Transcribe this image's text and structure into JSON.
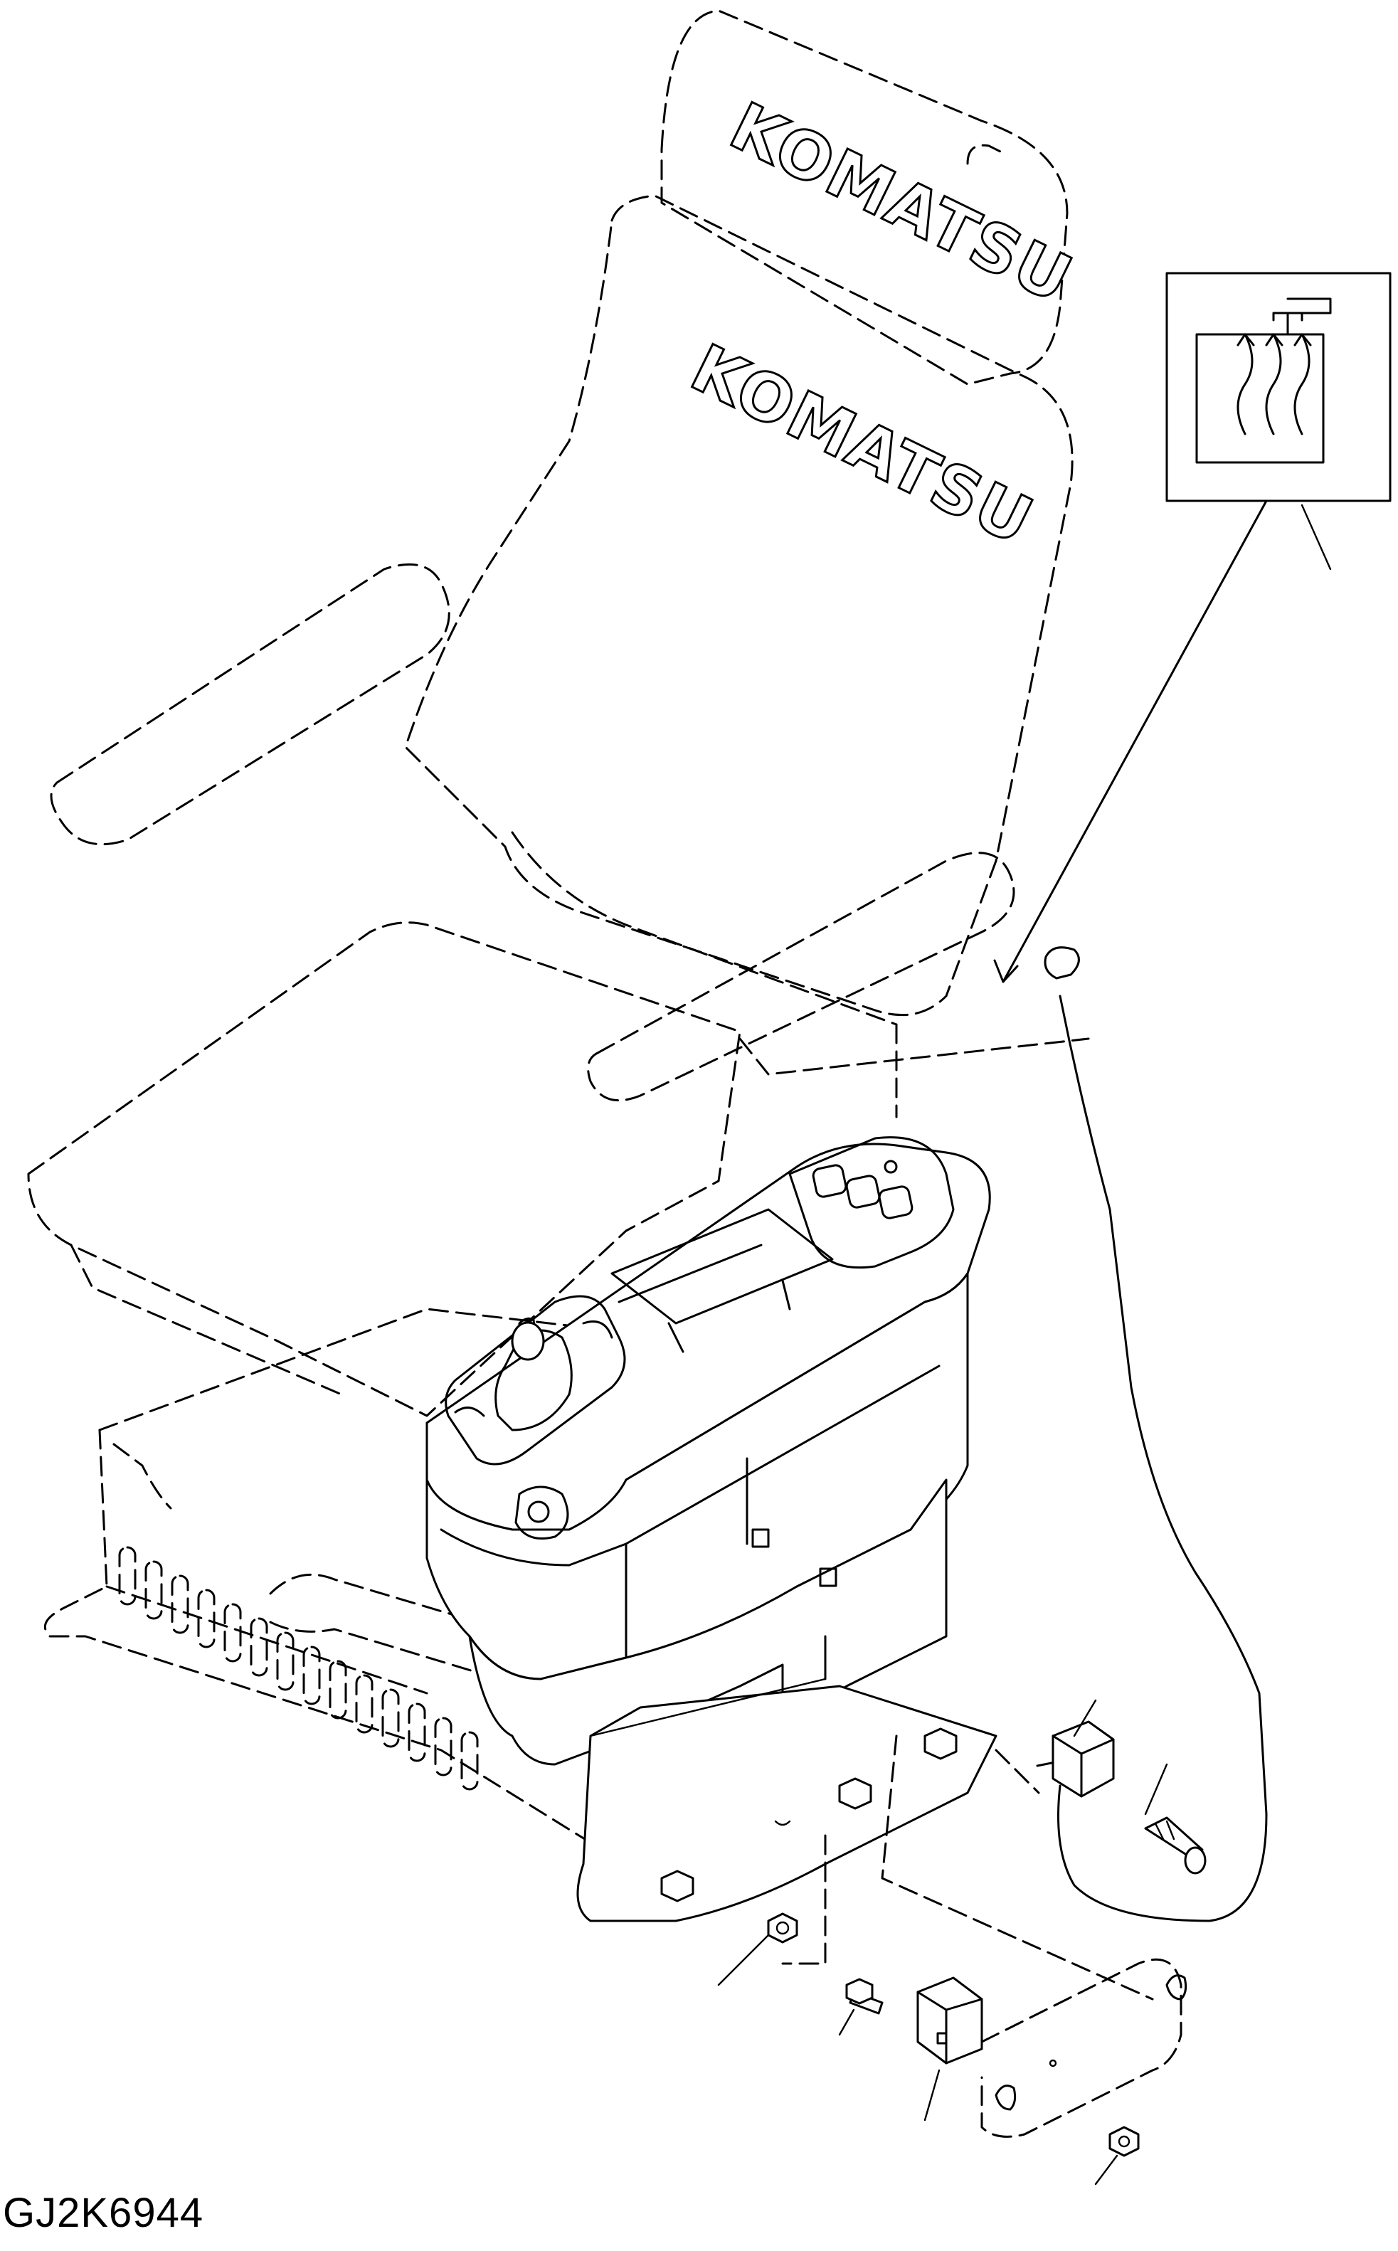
{
  "drawing": {
    "code": "GJ2K6944",
    "seat_brand_headrest": "KOMATSU",
    "seat_brand_backrest": "KOMATSU",
    "symbol_icon": "seat-heater-symbol-icon"
  }
}
